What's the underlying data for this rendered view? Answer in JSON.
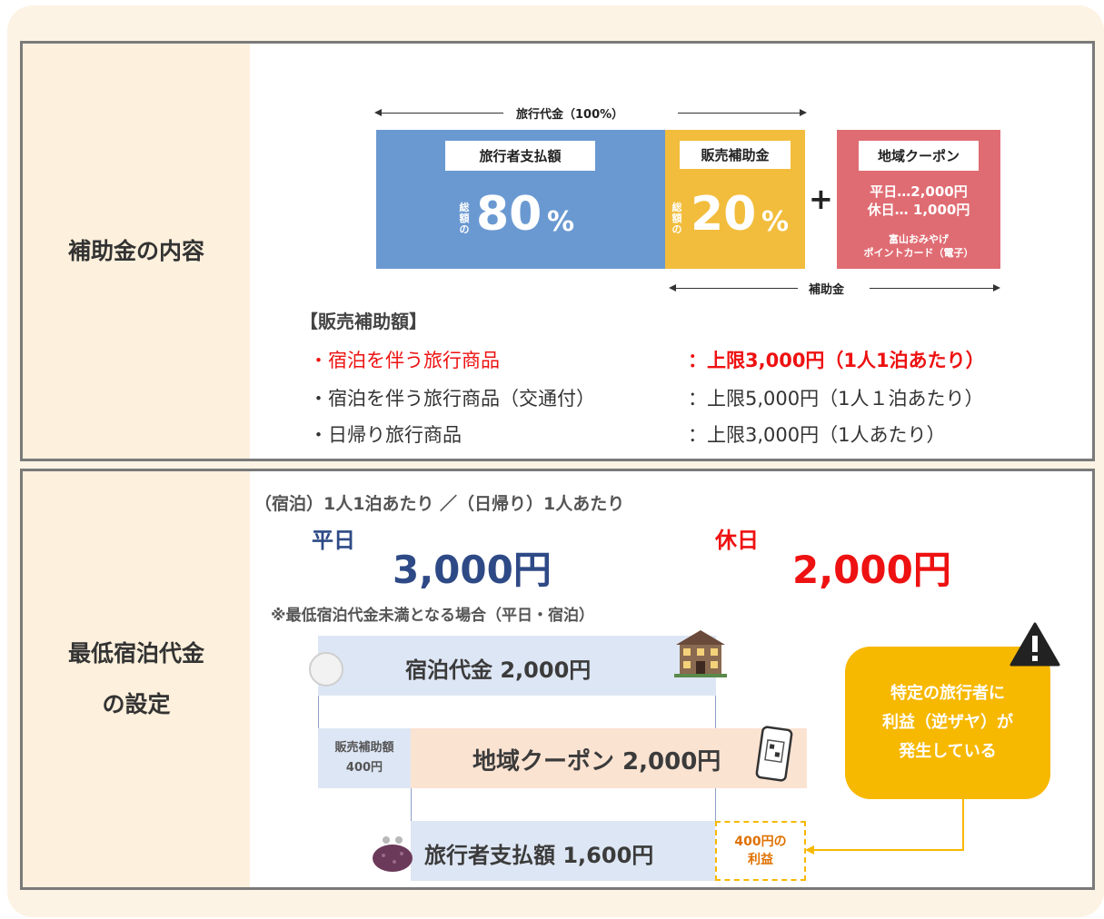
{
  "panel1": {
    "side_label": "補助金の内容",
    "travel_fee_label": "旅行代金（100%）",
    "traveler_payment_label": "旅行者支払額",
    "traveler_pct_prefix": "総額の",
    "traveler_pct_value": "80",
    "traveler_pct_unit": "%",
    "sales_subsidy_label": "販売補助金",
    "sales_pct_prefix": "総額の",
    "sales_pct_value": "20",
    "sales_pct_unit": "%",
    "plus_sign": "+",
    "coupon_label": "地域クーポン",
    "coupon_weekday": "平日…2,000円",
    "coupon_holiday": "休日… 1,000円",
    "coupon_card_line1": "富山おみやげ",
    "coupon_card_line2": "ポイントカード（電子）",
    "subsidy_label": "補助金",
    "list_title": "【販売補助額】",
    "items": [
      {
        "name": "・宿泊を伴う旅行商品",
        "value": "：上限3,000円（1人1泊あたり）"
      },
      {
        "name": "・宿泊を伴う旅行商品（交通付）",
        "value": "：上限5,000円（1人１泊あたり）"
      },
      {
        "name": "・日帰り旅行商品",
        "value": "：上限3,000円（1人あたり）"
      }
    ]
  },
  "panel2": {
    "side_label_line1": "最低宿泊代金",
    "side_label_line2": "の設定",
    "header": "（宿泊）1人1泊あたり ／（日帰り）1人あたり",
    "weekday_label": "平日",
    "weekday_amount": "3,000円",
    "holiday_label": "休日",
    "holiday_amount": "2,000円",
    "note": "※最低宿泊代金未満となる場合（平日・宿泊）",
    "accommodation_bar": "宿泊代金  2,000円",
    "sales_subsidy_line1": "販売補助額",
    "sales_subsidy_line2": "400円",
    "coupon_bar": "地域クーポン 2,000円",
    "traveler_bar": "旅行者支払額  1,600円",
    "profit_line1": "400円の",
    "profit_line2": "利益",
    "warning_line1": "特定の旅行者に",
    "warning_line2": "利益（逆ザヤ）が",
    "warning_line3": "発生している"
  },
  "colors": {
    "blue_box": "#6a99d2",
    "yellow_box": "#f2bd3c",
    "red_box": "#e06c73",
    "weekday_blue": "#2e4a86",
    "holiday_red": "#ee1111",
    "warning_yellow": "#f7b800"
  }
}
